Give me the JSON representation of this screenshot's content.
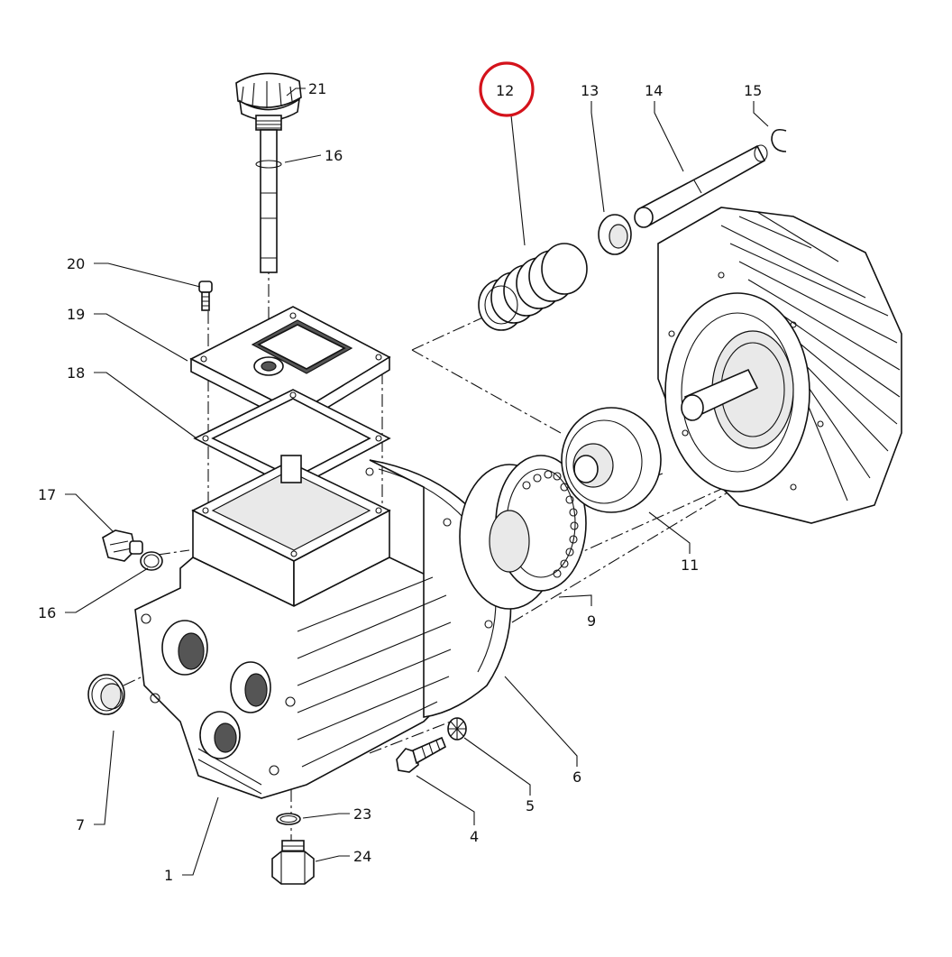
{
  "diagram": {
    "highlight_color": "#d4121b",
    "line_color": "#111111",
    "callouts": [
      {
        "id": "1",
        "label": "1"
      },
      {
        "id": "4",
        "label": "4"
      },
      {
        "id": "5",
        "label": "5"
      },
      {
        "id": "6",
        "label": "6"
      },
      {
        "id": "7",
        "label": "7"
      },
      {
        "id": "9",
        "label": "9"
      },
      {
        "id": "11",
        "label": "11"
      },
      {
        "id": "12",
        "label": "12",
        "highlighted": true
      },
      {
        "id": "13",
        "label": "13"
      },
      {
        "id": "14",
        "label": "14"
      },
      {
        "id": "15",
        "label": "15"
      },
      {
        "id": "16a",
        "label": "16"
      },
      {
        "id": "16b",
        "label": "16"
      },
      {
        "id": "17",
        "label": "17"
      },
      {
        "id": "18",
        "label": "18"
      },
      {
        "id": "19",
        "label": "19"
      },
      {
        "id": "20",
        "label": "20"
      },
      {
        "id": "21",
        "label": "21"
      },
      {
        "id": "23",
        "label": "23"
      },
      {
        "id": "24",
        "label": "24"
      }
    ]
  }
}
